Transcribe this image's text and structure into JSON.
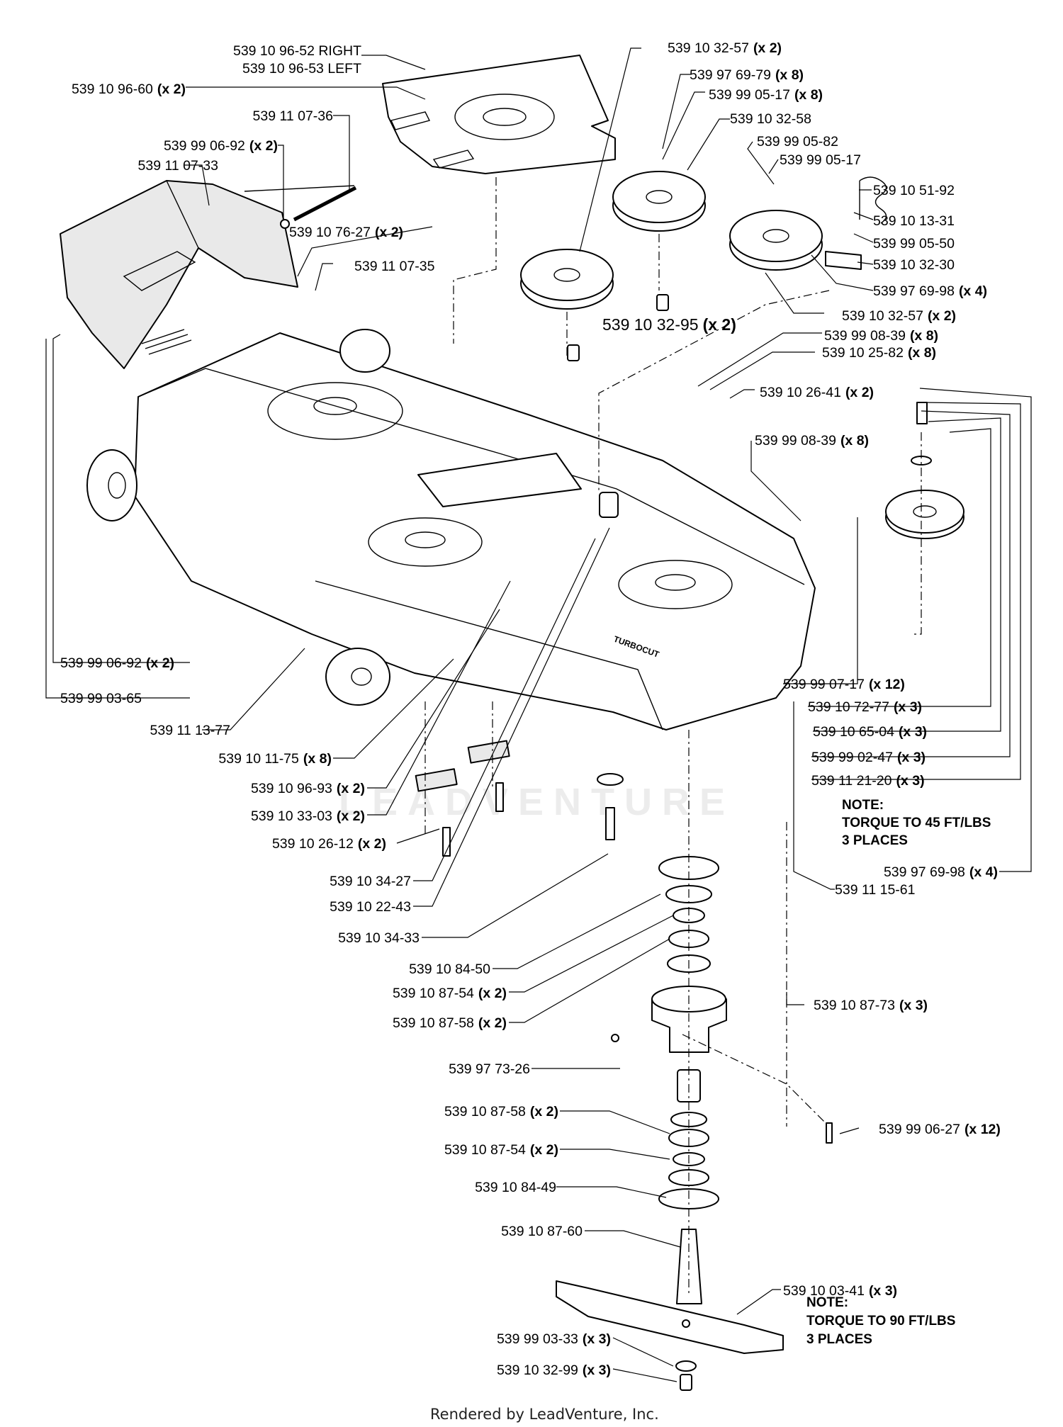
{
  "labels": [
    {
      "number": "539 10 96-52 RIGHT",
      "qty": ""
    },
    {
      "number": "539 10 96-53 LEFT",
      "qty": ""
    },
    {
      "number": "539 10 96-60",
      "qty": "(x 2)"
    },
    {
      "number": "539 11 07-36",
      "qty": ""
    },
    {
      "number": "539 99 06-92",
      "qty": "(x 2)"
    },
    {
      "number": "539 11 07-33",
      "qty": ""
    },
    {
      "number": "539 10 76-27",
      "qty": "(x 2)"
    },
    {
      "number": "539 11 07-35",
      "qty": ""
    },
    {
      "number": "539 10 32-57",
      "qty": "(x 2)"
    },
    {
      "number": "539 97 69-79",
      "qty": "(x 8)"
    },
    {
      "number": "539 99 05-17",
      "qty": "(x 8)"
    },
    {
      "number": "539 10 32-58",
      "qty": ""
    },
    {
      "number": "539 99 05-82",
      "qty": ""
    },
    {
      "number": "539 99 05-17",
      "qty": ""
    },
    {
      "number": "539 10 51-92",
      "qty": ""
    },
    {
      "number": "539 10 13-31",
      "qty": ""
    },
    {
      "number": "539 99 05-50",
      "qty": ""
    },
    {
      "number": "539 10 32-30",
      "qty": ""
    },
    {
      "number": "539 97 69-98",
      "qty": "(x 4)"
    },
    {
      "number": "539 10 32-57",
      "qty": "(x 2)"
    },
    {
      "number": "539 10 32-95",
      "qty": "(x 2)"
    },
    {
      "number": "539 99 08-39",
      "qty": "(x 8)"
    },
    {
      "number": "539 10 25-82",
      "qty": "(x 8)"
    },
    {
      "number": "539 10 26-41",
      "qty": "(x 2)"
    },
    {
      "number": "539 99 08-39",
      "qty": "(x 8)"
    },
    {
      "number": "539 99 06-92",
      "qty": "(x 2)"
    },
    {
      "number": "539 99 03-65",
      "qty": ""
    },
    {
      "number": "539 11 13-77",
      "qty": ""
    },
    {
      "number": "539 10 11-75",
      "qty": "(x 8)"
    },
    {
      "number": "539 10 96-93",
      "qty": "(x 2)"
    },
    {
      "number": "539 10 33-03",
      "qty": "(x 2)"
    },
    {
      "number": "539 10 26-12",
      "qty": "(x 2)"
    },
    {
      "number": "539 10 34-27",
      "qty": ""
    },
    {
      "number": "539 10 22-43",
      "qty": ""
    },
    {
      "number": "539 10 34-33",
      "qty": ""
    },
    {
      "number": "539 10 84-50",
      "qty": ""
    },
    {
      "number": "539 10 87-54",
      "qty": "(x 2)"
    },
    {
      "number": "539 10 87-58",
      "qty": "(x 2)"
    },
    {
      "number": "539 97 73-26",
      "qty": ""
    },
    {
      "number": "539 10 87-58",
      "qty": "(x 2)"
    },
    {
      "number": "539 10 87-54",
      "qty": "(x 2)"
    },
    {
      "number": "539 10 84-49",
      "qty": ""
    },
    {
      "number": "539 10 87-60",
      "qty": ""
    },
    {
      "number": "539 99 03-33",
      "qty": "(x 3)"
    },
    {
      "number": "539 10 32-99",
      "qty": "(x 3)"
    },
    {
      "number": "539 10 03-41",
      "qty": "(x 3)"
    },
    {
      "number": "539 99 06-27",
      "qty": "(x 12)"
    },
    {
      "number": "539 10 87-73",
      "qty": "(x 3)"
    },
    {
      "number": "539 99 07-17",
      "qty": "(x 12)"
    },
    {
      "number": "539 10 72-77",
      "qty": "(x 3)"
    },
    {
      "number": "539 10 65-04",
      "qty": "(x 3)"
    },
    {
      "number": "539 99 02-47",
      "qty": "(x 3)"
    },
    {
      "number": "539 11 21-20",
      "qty": "(x 3)"
    },
    {
      "number": "539 97 69-98",
      "qty": "(x 4)"
    },
    {
      "number": "539 11 15-61",
      "qty": ""
    }
  ],
  "notes": [
    {
      "lines": [
        "NOTE:",
        "TORQUE TO 45 FT/LBS",
        "3 PLACES"
      ]
    },
    {
      "lines": [
        "NOTE:",
        "TORQUE TO 90 FT/LBS",
        "3 PLACES"
      ]
    }
  ],
  "deck_brand": "TURBOCUT",
  "watermark": "LEADVENTURE",
  "footer": "Rendered by LeadVenture, Inc."
}
